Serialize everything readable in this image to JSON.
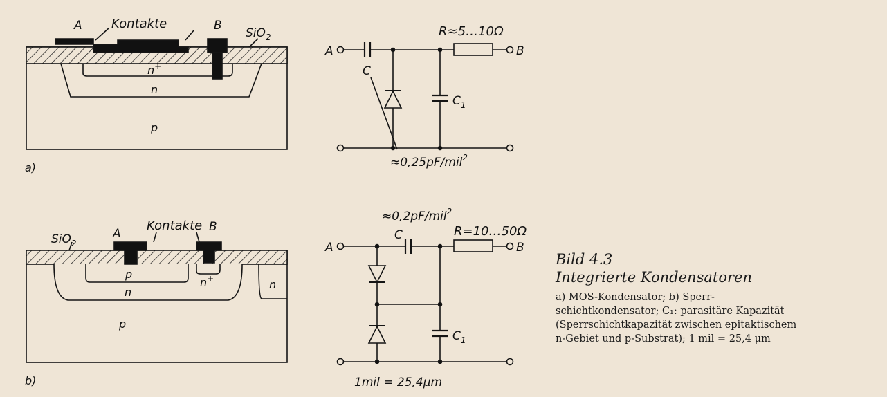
{
  "figure": {
    "panel_a": {
      "label": "a)",
      "cross_section": {
        "contact_A": "A",
        "contacts": "Kontakte",
        "contact_B": "B",
        "oxide": "SiO",
        "oxide_sub": "2",
        "region_nplus": "n",
        "region_nplus_sup": "+",
        "region_n": "n",
        "region_p": "p"
      },
      "circuit": {
        "terminal_A": "A",
        "terminal_B": "B",
        "capacitor_C": "C",
        "capacitor_C1": "C",
        "capacitor_C1_sub": "1",
        "resistor": "R≈5…10Ω",
        "cap_density": "≈0,25pF/mil",
        "cap_density_sup": "2"
      }
    },
    "panel_b": {
      "label": "b)",
      "cross_section": {
        "oxide": "SiO",
        "oxide_sub": "2",
        "contact_A": "A",
        "contacts": "Kontakte",
        "contact_B": "B",
        "region_p": "p",
        "region_nplus": "n",
        "region_nplus_sup": "+",
        "region_n": "n",
        "region_n_iso": "n",
        "region_p_sub": "p"
      },
      "circuit": {
        "cap_density": "≈0,2pF/mil",
        "cap_density_sup": "2",
        "terminal_A": "A",
        "terminal_B": "B",
        "capacitor_C": "C",
        "capacitor_C1": "C",
        "capacitor_C1_sub": "1",
        "resistor": "R=10…50Ω",
        "unit_note": "1mil = 25,4μm"
      }
    }
  },
  "caption": {
    "title_line1": "Bild 4.3",
    "title_line2": "Integrierte Kondensatoren",
    "body_line1": "a) MOS-Kondensator; b) Sperr-",
    "body_line2": "schichtkondensator; C₁: parasitäre Kapazität",
    "body_line3": "(Sperrschichtkapazität zwischen epitaktischem",
    "body_line4": "n-Gebiet und p-Substrat); 1 mil = 25,4 μm"
  }
}
